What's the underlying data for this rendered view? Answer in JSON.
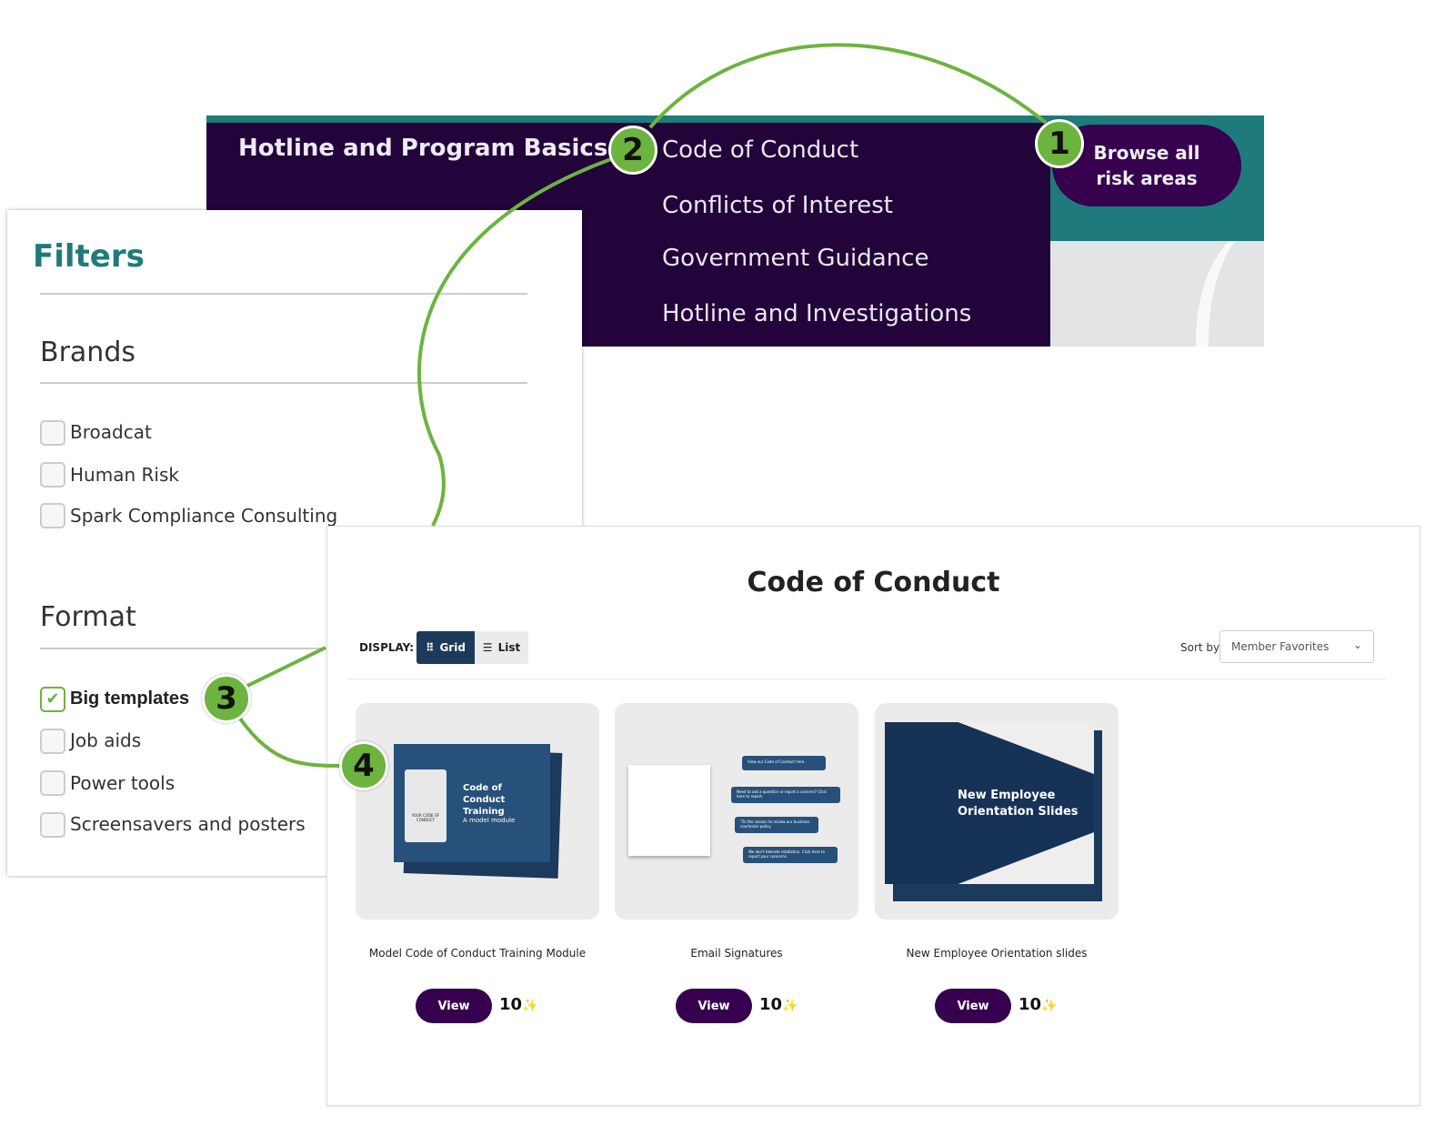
{
  "nav": {
    "section_title": "Hotline and Program Basics",
    "links": [
      "Code of Conduct",
      "Conflicts of Interest",
      "Government Guidance",
      "Hotline and Investigations"
    ],
    "browse_button": "Browse all risk areas"
  },
  "filters": {
    "title": "Filters",
    "brands_heading": "Brands",
    "brands": [
      {
        "label": "Broadcat",
        "checked": false
      },
      {
        "label": "Human Risk",
        "checked": false
      },
      {
        "label": "Spark Compliance Consulting",
        "checked": false
      }
    ],
    "format_heading": "Format",
    "formats": [
      {
        "label": "Big templates",
        "checked": true
      },
      {
        "label": "Job aids",
        "checked": false
      },
      {
        "label": "Power tools",
        "checked": false
      },
      {
        "label": "Screensavers and posters",
        "checked": false
      }
    ]
  },
  "main": {
    "title": "Code of Conduct",
    "display_label": "DISPLAY:",
    "grid_label": "Grid",
    "list_label": "List",
    "sort_label": "Sort by",
    "sort_value": "Member Favorites",
    "cards": [
      {
        "name": "Model Code of Conduct Training Module",
        "thumb_title": "Code of Conduct Training",
        "thumb_subtitle": "A model module",
        "thumb_badge": "YOUR CODE OF CONDUCT",
        "view": "View",
        "score": "10",
        "score_icon": "sparkles"
      },
      {
        "name": "Email Signatures",
        "thumb_bubbles": [
          "View our Code of Conduct here.",
          "Need to ask a question or report a concern? Click here to report.",
          "'Tis the season to review our business courtesies policy.",
          "We don't tolerate retaliation. Click here to report your concerns."
        ],
        "view": "View",
        "score": "10",
        "score_icon": "sparkles"
      },
      {
        "name": "New Employee Orientation slides",
        "thumb_title": "New Employee Orientation Slides",
        "view": "View",
        "score": "10",
        "score_icon": "sparkles"
      }
    ]
  },
  "callouts": [
    "1",
    "2",
    "3",
    "4"
  ],
  "colors": {
    "teal": "#1f7a7c",
    "dark_purple": "#22033a",
    "button_purple": "#36004f",
    "callout_green": "#6db33f",
    "navy": "#1b3a5c"
  }
}
